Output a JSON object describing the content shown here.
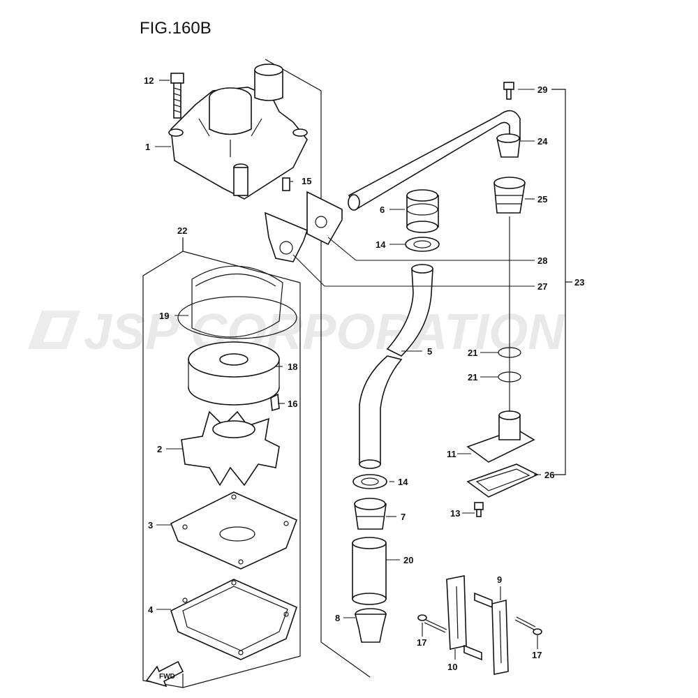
{
  "figure": {
    "title": "FIG.160B"
  },
  "watermark": {
    "text": "JSP CORPORATION"
  },
  "fwd_arrow": {
    "text": "FWD"
  },
  "callouts": {
    "n1": "1",
    "n2": "2",
    "n3": "3",
    "n4": "4",
    "n5": "5",
    "n6": "6",
    "n7": "7",
    "n8": "8",
    "n9": "9",
    "n10": "10",
    "n11": "11",
    "n12": "12",
    "n13": "13",
    "n14a": "14",
    "n14b": "14",
    "n15": "15",
    "n16": "16",
    "n17a": "17",
    "n17b": "17",
    "n18": "18",
    "n19": "19",
    "n20": "20",
    "n21a": "21",
    "n21b": "21",
    "n22": "22",
    "n23": "23",
    "n24": "24",
    "n25": "25",
    "n26": "26",
    "n27": "27",
    "n28": "28",
    "n29": "29"
  }
}
